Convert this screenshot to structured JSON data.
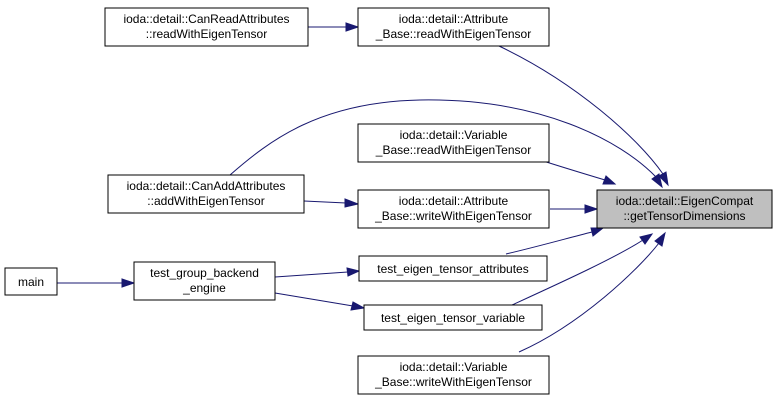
{
  "graph": {
    "target": {
      "line1": "ioda::detail::EigenCompat",
      "line2": "::getTensorDimensions"
    },
    "nodes": {
      "can_read": {
        "line1": "ioda::detail::CanReadAttributes",
        "line2": "::readWithEigenTensor"
      },
      "attr_read": {
        "line1": "ioda::detail::Attribute",
        "line2": "_Base::readWithEigenTensor"
      },
      "var_read": {
        "line1": "ioda::detail::Variable",
        "line2": "_Base::readWithEigenTensor"
      },
      "can_add": {
        "line1": "ioda::detail::CanAddAttributes",
        "line2": "::addWithEigenTensor"
      },
      "attr_write": {
        "line1": "ioda::detail::Attribute",
        "line2": "_Base::writeWithEigenTensor"
      },
      "main": {
        "line1": "main"
      },
      "test_group": {
        "line1": "test_group_backend",
        "line2": "_engine"
      },
      "test_attrs": {
        "line1": "test_eigen_tensor_attributes"
      },
      "test_var": {
        "line1": "test_eigen_tensor_variable"
      },
      "var_write": {
        "line1": "ioda::detail::Variable",
        "line2": "_Base::writeWithEigenTensor"
      }
    },
    "colors": {
      "edge": "#191970",
      "highlight_fill": "#bfbfbf",
      "node_fill": "#ffffff",
      "node_border": "#000000"
    }
  }
}
